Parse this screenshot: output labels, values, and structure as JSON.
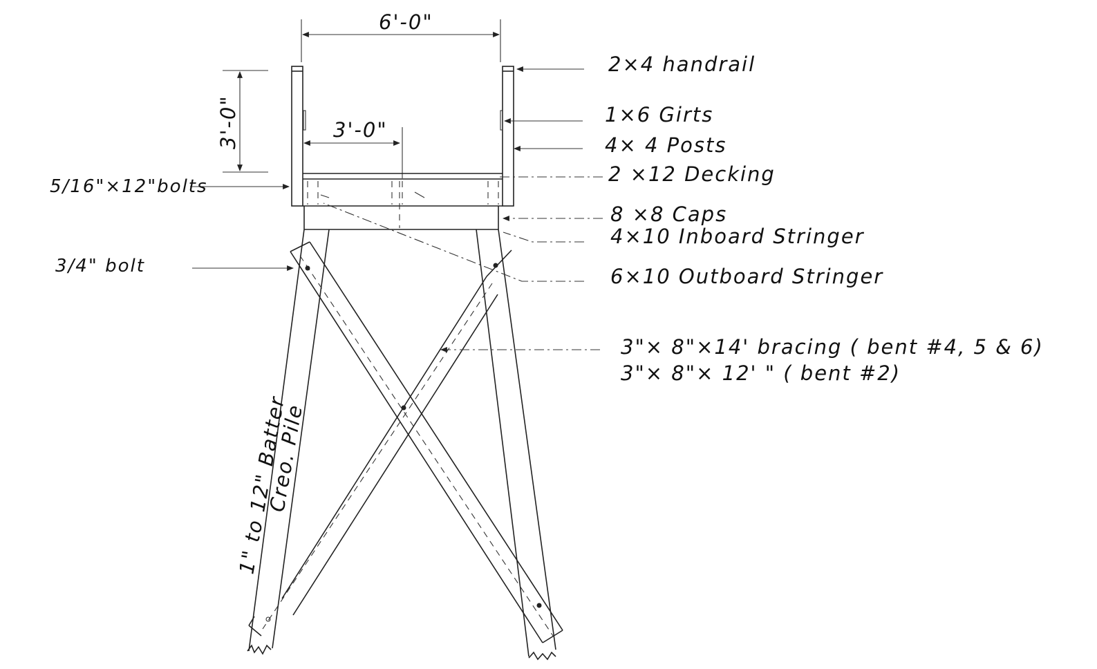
{
  "dimensions": {
    "overall_width": "6'-0\"",
    "handrail_height": "3'-0\"",
    "center_offset": "3'-0\""
  },
  "labels": {
    "handrail": "2×4  handrail",
    "girts": "1×6   Girts",
    "posts": "4× 4   Posts",
    "decking": "2 ×12  Decking",
    "caps": "8 ×8  Caps",
    "inboard_stringer": "4×10  Inboard  Stringer",
    "outboard_stringer": "6×10  Outboard  Stringer",
    "bracing_line1": "3\"× 8\"×14' bracing  ( bent #4, 5 & 6)",
    "bracing_line2": "3\"× 8\"× 12'     \"        ( bent #2)",
    "bolts_516": "5/16\"×12\"bolts",
    "bolt_34": "3/4\" bolt",
    "batter": "1\" to 12\" Batter",
    "pile": "Creo. Pile"
  }
}
